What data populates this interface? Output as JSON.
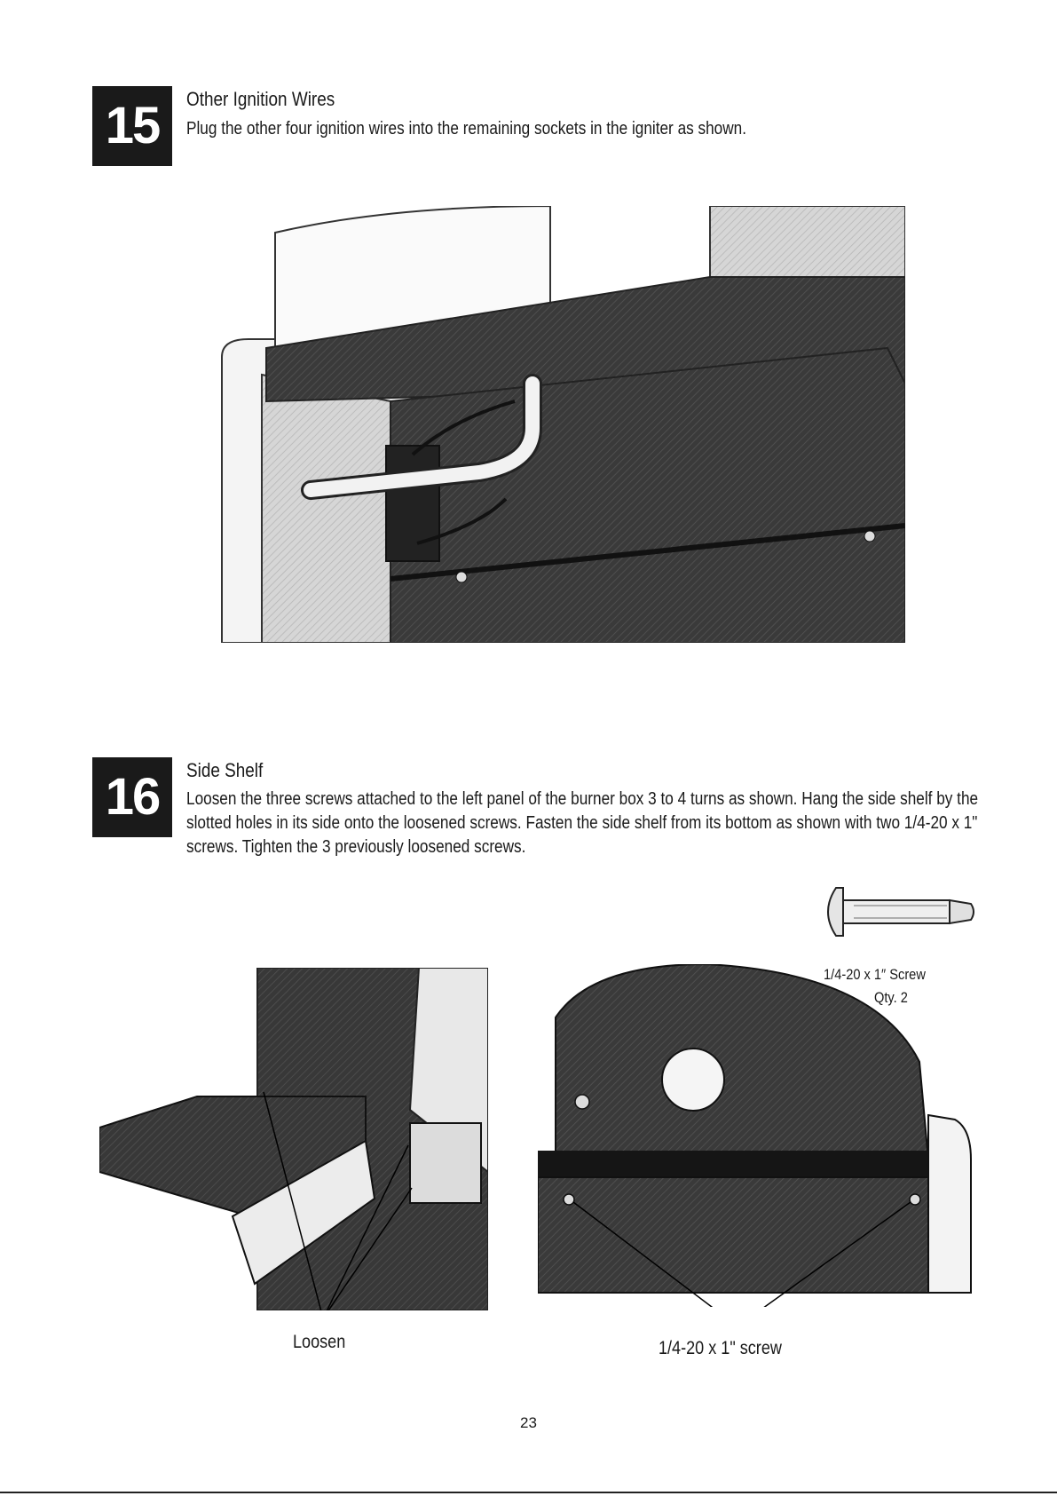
{
  "steps": [
    {
      "number": "15",
      "title": "Other Ignition Wires",
      "body": "Plug the other four ignition wires into the remaining sockets in the igniter as shown."
    },
    {
      "number": "16",
      "title": "Side Shelf",
      "body": "Loosen the three screws attached to the left panel of the burner box 3 to 4 turns as shown. Hang the side shelf by the slotted holes in its side onto the loosened screws. Fasten the side shelf from its bottom as shown with two 1/4-20 x 1\" screws. Tighten the 3 previously loosened screws."
    }
  ],
  "callouts": {
    "screw_spec": "1/4-20 x 1″ Screw",
    "screw_qty": "Qty. 2",
    "loosen": "Loosen",
    "screw_bottom": "1/4-20 x 1\" screw"
  },
  "page_number": "23"
}
